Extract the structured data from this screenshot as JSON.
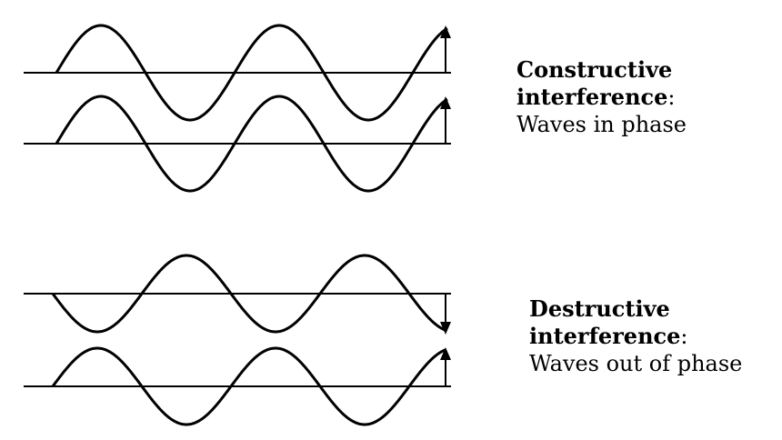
{
  "constructive": {
    "heading_line1": "Constructive",
    "heading_line2": "interference",
    "heading_colon": ":",
    "description": "Waves in phase",
    "phase": "in"
  },
  "destructive": {
    "heading_line1": "Destructive",
    "heading_line2": "interference",
    "heading_colon": ":",
    "description": "Waves out of phase",
    "phase": "out"
  },
  "colors": {
    "line": "#000000",
    "background": "#ffffff"
  }
}
